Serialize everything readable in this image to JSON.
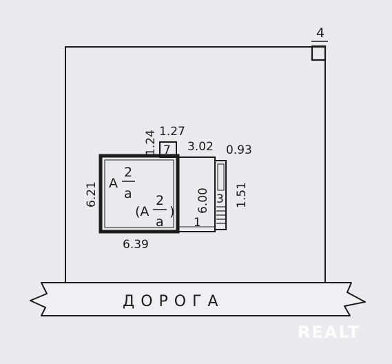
{
  "plan": {
    "corner_marker": "4",
    "road": "ДОРОГА",
    "main_house": {
      "width": "6.39",
      "depth": "6.21",
      "label_letter": "А",
      "label_num": "2",
      "label_den": "а"
    },
    "extension": {
      "label_open": "(А",
      "label_num": "2",
      "label_den": "а",
      "label_close": ")",
      "depth": "6.00",
      "width": "3.02",
      "mark": "1"
    },
    "porch": {
      "width": "1.27",
      "depth": "1.24",
      "number": "7"
    },
    "side_annex": {
      "width": "0.93",
      "length": "1.51",
      "number": "3"
    }
  },
  "watermark": "REALT",
  "colors": {
    "ink": "#1b1b1b",
    "paper": "#e9ebef"
  }
}
